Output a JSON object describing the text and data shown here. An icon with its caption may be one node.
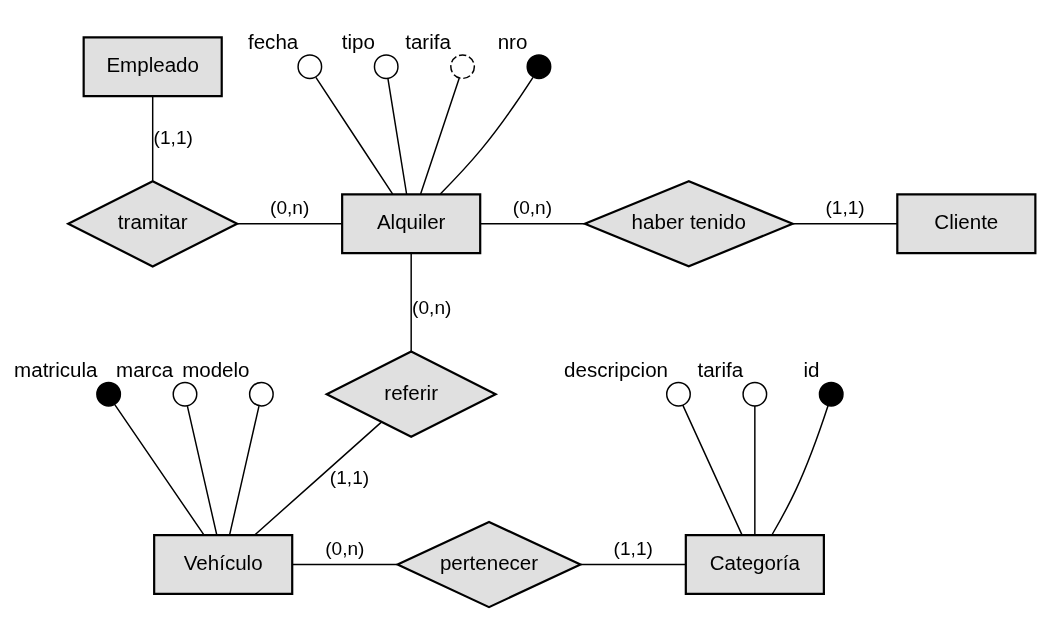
{
  "diagram": {
    "nodes": [
      {
        "text": [
          "Empleado"
        ]
      },
      {
        "text": [
          "tramitar"
        ]
      },
      {
        "text": [
          "Alquiler"
        ]
      },
      {
        "text": [
          "haber tenido"
        ]
      },
      {
        "text": [
          "Cliente"
        ]
      },
      {
        "text": [
          "referir"
        ]
      },
      {
        "text": [
          "Vehículo"
        ]
      },
      {
        "text": [
          "pertenecer"
        ]
      },
      {
        "text": [
          "Categoría"
        ]
      },
      {
        "text": [],
        "shape": "circle",
        "beside": [
          "nro"
        ]
      },
      {
        "text": [],
        "shape": "circle",
        "beside": [
          "fecha"
        ]
      },
      {
        "text": [],
        "shape": "circle",
        "beside": [
          "tipo"
        ]
      },
      {
        "text": [],
        "shape": "circle",
        "beside": [
          "tarifa"
        ]
      },
      {
        "text": [],
        "shape": "circle",
        "beside": [
          "id"
        ]
      },
      {
        "text": [],
        "shape": "circle",
        "beside": [
          "descripcion"
        ]
      },
      {
        "text": [],
        "shape": "circle",
        "beside": [
          "tarifa"
        ]
      },
      {
        "text": [],
        "shape": "circle",
        "beside": [
          "matricula"
        ]
      },
      {
        "text": [],
        "shape": "circle",
        "beside": [
          "marca"
        ]
      },
      {
        "text": [],
        "shape": "circle",
        "beside": [
          "modelo"
        ]
      }
    ],
    "edges": [
      {
        "from": 0,
        "to": 1,
        "arrow": "none",
        "label": "(1,1)"
      },
      {
        "from": 1,
        "to": 2,
        "arrow": "none",
        "label": "(0,n)"
      },
      {
        "from": 2,
        "to": 3,
        "arrow": "none",
        "label": "(0,n)"
      },
      {
        "from": 3,
        "to": 4,
        "arrow": "none",
        "label": "(1,1)"
      },
      {
        "from": 2,
        "to": 5,
        "arrow": "none",
        "label": "(0,n)"
      },
      {
        "from": 5,
        "to": 6,
        "arrow": "none",
        "label": "(1,1)"
      },
      {
        "from": 6,
        "to": 7,
        "arrow": "none",
        "label": "(0,n)"
      },
      {
        "from": 7,
        "to": 8,
        "arrow": "none",
        "label": "(1,1)"
      },
      {
        "from": 9,
        "to": 2,
        "arrow": "none"
      },
      {
        "from": 10,
        "to": 2,
        "arrow": "none"
      },
      {
        "from": 11,
        "to": 2,
        "arrow": "none"
      },
      {
        "from": 12,
        "to": 2,
        "arrow": "none"
      },
      {
        "from": 13,
        "to": 8,
        "arrow": "none"
      },
      {
        "from": 14,
        "to": 8,
        "arrow": "none"
      },
      {
        "from": 15,
        "to": 8,
        "arrow": "none"
      },
      {
        "from": 16,
        "to": 6,
        "arrow": "none"
      },
      {
        "from": 17,
        "to": 6,
        "arrow": "none"
      },
      {
        "from": 18,
        "to": 6,
        "arrow": "none"
      }
    ]
  }
}
